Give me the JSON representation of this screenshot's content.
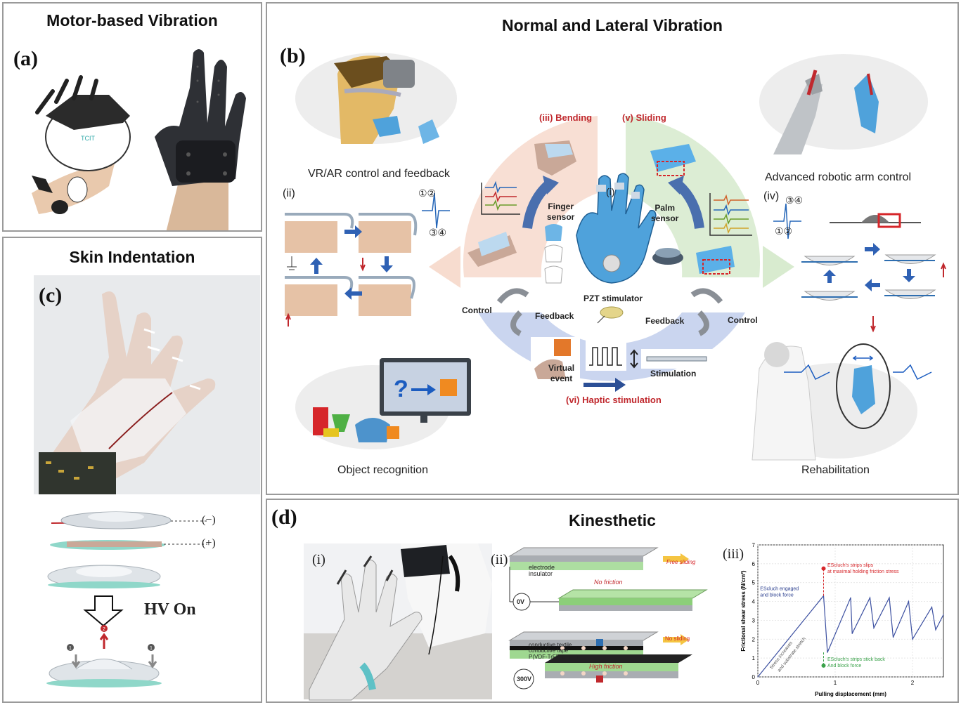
{
  "panel_a": {
    "title": "Motor-based Vibration",
    "label": "(a)"
  },
  "panel_b": {
    "title": "Normal and Lateral Vibration",
    "label": "(b)",
    "vr_caption": "VR/AR control and feedback",
    "robot_caption": "Advanced robotic arm control",
    "object_caption": "Object recognition",
    "rehab_caption": "Rehabilitation",
    "bending": "(iii) Bending",
    "sliding": "(v) Sliding",
    "center_i": "(i)",
    "finger_sensor": "Finger\nsensor",
    "palm_sensor": "Palm\nsensor",
    "pzt": "PZT stimulator",
    "control_left": "Control",
    "feedback_left": "Feedback",
    "feedback_right": "Feedback",
    "control_right": "Control",
    "virtual_event": "Virtual\nevent",
    "stimulation": "Stimulation",
    "haptic": "(vi) Haptic stimulation",
    "ii": "(ii)",
    "iv": "(iv)",
    "steps_12": "①②",
    "steps_34": "③④",
    "question": "?"
  },
  "panel_c": {
    "title": "Skin Indentation",
    "label": "(c)",
    "minus": "(−)",
    "plus": "(+)",
    "hv_on": "HV On"
  },
  "panel_d": {
    "title": "Kinesthetic",
    "label": "(d)",
    "sub_i": "(i)",
    "sub_ii": "(ii)",
    "sub_iii": "(iii)",
    "electrode": "electrode",
    "insulator": "insulator",
    "free_sliding": "Free sliding",
    "no_friction": "No friction",
    "zero_v": "0V",
    "conductive_textile": "conductive textile",
    "conductive_tape": "conductive tape",
    "pvdf": "P(VDF-TrFE-CTFE)",
    "high_friction": "High friction",
    "no_sliding": "No sliding",
    "three_hundred_v": "300V"
  },
  "chart_data": {
    "type": "line",
    "xlabel": "Pulling displacement (mm)",
    "ylabel": "Frictional shear stress (N/cm²)",
    "xlim": [
      0,
      2.4
    ],
    "ylim": [
      0,
      7
    ],
    "xticks": [
      "0",
      "1",
      "2"
    ],
    "yticks": [
      "0",
      "1",
      "2",
      "3",
      "4",
      "5",
      "6",
      "7"
    ],
    "series": [
      {
        "x": [
          0,
          0.85,
          0.9,
          1.2,
          1.22,
          1.45,
          1.5,
          1.7,
          1.75,
          1.95,
          2.0,
          2.25,
          2.3,
          2.4
        ],
        "y": [
          0,
          4.3,
          1.3,
          4.2,
          2.3,
          4.2,
          2.6,
          4.2,
          2.1,
          4.0,
          2.0,
          3.7,
          2.5,
          3.3
        ]
      }
    ],
    "annotations": [
      "EScluch's strips slips\nat maximal holding friction stress",
      "EScluch engaged\nand block force",
      "Stress increases\nand substrate stretch",
      "EScluch's strips stick back\nAnd block force"
    ]
  }
}
